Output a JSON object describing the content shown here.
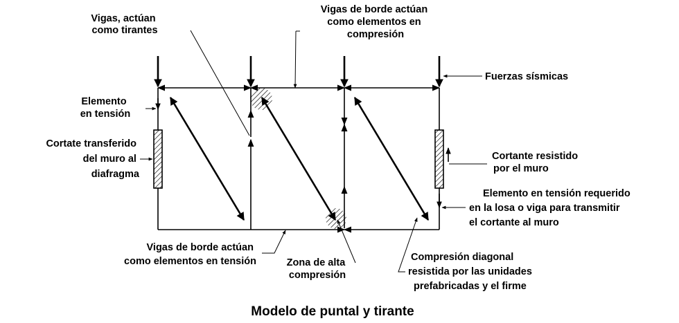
{
  "title": "Modelo de puntal y tirante",
  "labels": {
    "vigas_tirantes": [
      "Vigas, actúan",
      "como tirantes"
    ],
    "vigas_borde_compresion": [
      "Vigas de borde actúan",
      "como elementos en",
      "compresión"
    ],
    "fuerzas_sismicas": [
      "Fuerzas sísmicas"
    ],
    "elemento_tension": [
      "Elemento",
      "en tensión"
    ],
    "cortante_transferido": [
      "Cortate transferido",
      "del muro al",
      "diafragma"
    ],
    "cortante_resistido": [
      "Cortante resistido",
      "por el muro"
    ],
    "elemento_tension_requerido": [
      "Elemento en tensión requerido",
      "en la losa o viga para transmitir",
      "el cortante al muro"
    ],
    "vigas_borde_tension": [
      "Vigas de borde actúan",
      "como elementos en tensión"
    ],
    "zona_alta_compresion": [
      "Zona de alta",
      "compresión"
    ],
    "compresion_diagonal": [
      "Compresión diagonal",
      "resistida por  las unidades",
      "prefabricadas y el firme"
    ]
  }
}
